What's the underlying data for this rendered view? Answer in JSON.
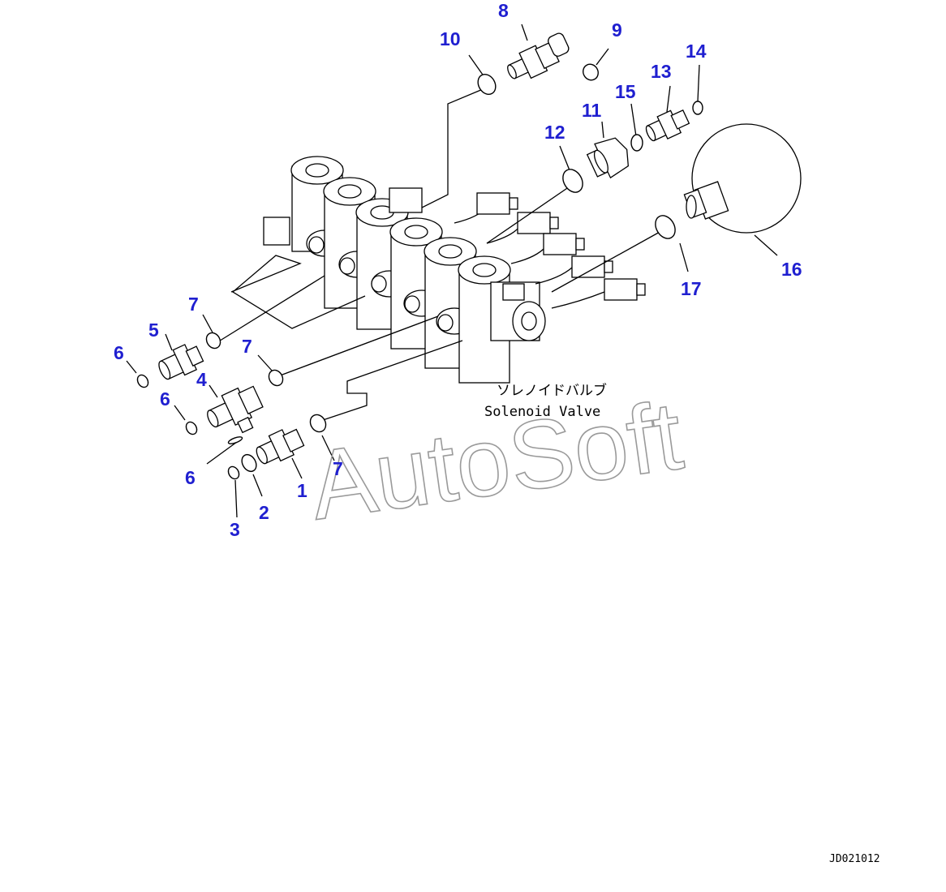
{
  "diagram": {
    "caption_jp": "ソレノイドバルブ",
    "caption_en": "Solenoid Valve",
    "drawing_code": "JD021012",
    "watermark": "AutoSoft"
  },
  "callouts": [
    {
      "id": "c10",
      "label": "10"
    },
    {
      "id": "c8",
      "label": "8"
    },
    {
      "id": "c9",
      "label": "9"
    },
    {
      "id": "c14",
      "label": "14"
    },
    {
      "id": "c13",
      "label": "13"
    },
    {
      "id": "c15",
      "label": "15"
    },
    {
      "id": "c11",
      "label": "11"
    },
    {
      "id": "c12",
      "label": "12"
    },
    {
      "id": "c16",
      "label": "16"
    },
    {
      "id": "c17",
      "label": "17"
    },
    {
      "id": "c7a",
      "label": "7"
    },
    {
      "id": "c5",
      "label": "5"
    },
    {
      "id": "c6a",
      "label": "6"
    },
    {
      "id": "c7b",
      "label": "7"
    },
    {
      "id": "c4",
      "label": "4"
    },
    {
      "id": "c6b",
      "label": "6"
    },
    {
      "id": "c6c",
      "label": "6"
    },
    {
      "id": "c7c",
      "label": "7"
    },
    {
      "id": "c1",
      "label": "1"
    },
    {
      "id": "c2",
      "label": "2"
    },
    {
      "id": "c3",
      "label": "3"
    }
  ]
}
